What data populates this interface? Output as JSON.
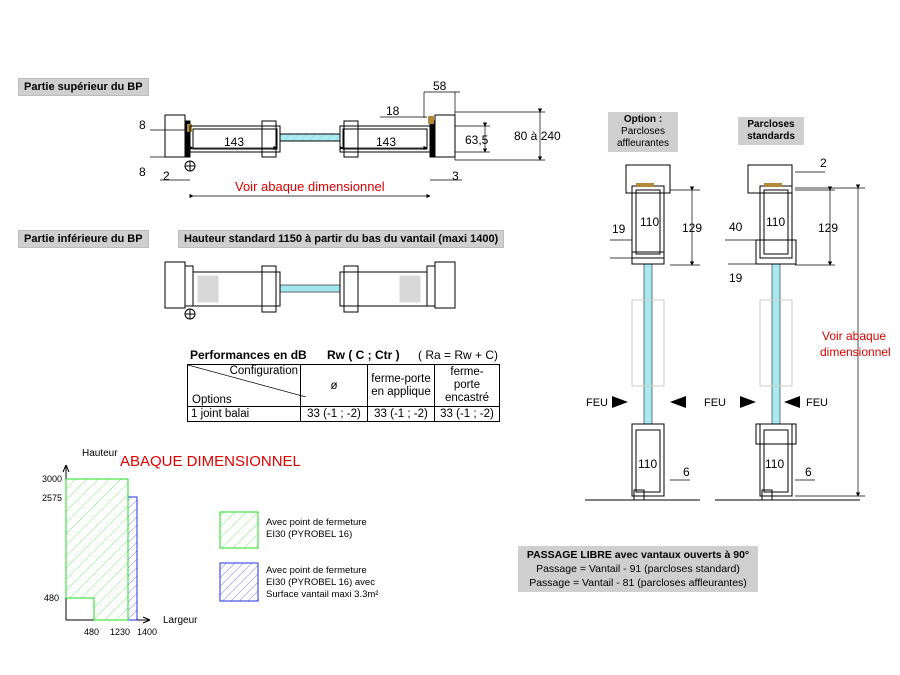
{
  "top_section": {
    "label": "Partie supérieur du BP",
    "dims": {
      "d58": "58",
      "d18": "18",
      "d8a": "8",
      "d8b": "8",
      "d143a": "143",
      "d143b": "143",
      "d63": "63,5",
      "d80": "80 à 240",
      "d2": "2",
      "d3": "3"
    },
    "abaque_note": "Voir abaque dimensionnel"
  },
  "bottom_section": {
    "label": "Partie inférieure du BP",
    "height_note": "Hauteur standard 1150 à partir du bas du vantail (maxi 1400)"
  },
  "performance": {
    "title_parts": [
      "Performances  en dB",
      "Rw  ( C ; Ctr )",
      "( Ra =   Rw + C)"
    ],
    "header_config": "Configuration",
    "header_options": "Options",
    "columns": [
      "ø",
      "ferme-porte en applique",
      "ferme-porte encastré"
    ],
    "rows": [
      {
        "option": "1 joint balai",
        "values": [
          "33 (-1 ; -2)",
          "33 (-1 ; -2)",
          "33 (-1 ; -2)"
        ]
      }
    ]
  },
  "abaque": {
    "title": "ABAQUE DIMENSIONNEL",
    "ylabel": "Hauteur",
    "xlabel": "Largeur",
    "yticks": [
      "3000",
      "2575",
      "480"
    ],
    "xticks": [
      "480",
      "1230",
      "1400"
    ],
    "legend": [
      {
        "color": "#22dd22",
        "lines": [
          "Avec point de fermeture",
          "EI30 (PYROBEL 16)"
        ]
      },
      {
        "color": "#2233dd",
        "lines": [
          "Avec point de fermeture",
          "EI30 (PYROBEL 16) avec",
          "Surface vantail maxi 3.3m²"
        ]
      }
    ]
  },
  "section_views": {
    "option_label": [
      "Option :",
      "Parcloses",
      "affleurantes"
    ],
    "standard_label": [
      "Parcloses",
      "standards"
    ],
    "left": {
      "d110top": "110",
      "d129": "129",
      "d19": "19",
      "d110bot": "110",
      "d6": "6"
    },
    "right": {
      "d2": "2",
      "d110top": "110",
      "d129": "129",
      "d40": "40",
      "d19": "19",
      "d110bot": "110",
      "d6": "6"
    },
    "feu": "FEU",
    "abaque_note": [
      "Voir abaque",
      "dimensionnel"
    ]
  },
  "passage": {
    "title": "PASSAGE LIBRE avec vantaux ouverts à 90°",
    "lines": [
      "Passage = Vantail -  91 (parcloses standard)",
      "Passage = Vantail - 81 (parcloses affleurantes)"
    ]
  },
  "colors": {
    "glass": "#5ed8e8",
    "label_bg": "#cfcfcf",
    "accent_red": "#e00000",
    "green": "#22dd22",
    "blue": "#2233dd"
  }
}
